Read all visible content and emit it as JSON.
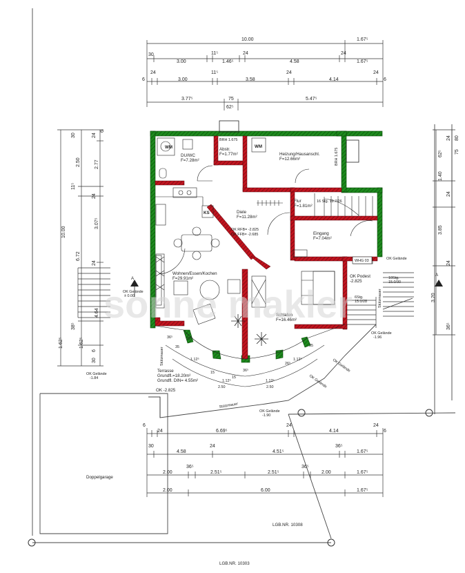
{
  "colors": {
    "exterior_wall": "#1e8a1e",
    "interior_wall": "#b3121f",
    "line": "#222222",
    "watermark": "#d6d6d6"
  },
  "dimensions": {
    "top_row1": [
      "10.00",
      "1.67⁵"
    ],
    "top_row2": [
      "30",
      "3.00",
      "11⁵",
      "1.46⁵",
      "24",
      "4.58",
      "24",
      "1.67⁵"
    ],
    "top_row3": [
      "6",
      "24",
      "3.00",
      "11⁵",
      "3.58",
      "24",
      "4.14",
      "24",
      "6"
    ],
    "top_row4": [
      "3.77⁵",
      "75",
      "62⁵",
      "5.47⁵"
    ],
    "left_col": [
      "30",
      "24",
      "6",
      "2.50",
      "2.77",
      "11⁵",
      "24",
      "10.00",
      "6.72",
      "3.07⁵",
      "24",
      "4.64",
      "38⁵",
      "1.62⁵",
      "1.62⁵",
      "6",
      "30"
    ],
    "right_col": [
      "24",
      "80",
      "62⁵",
      "75",
      "1.40",
      "24",
      "3.85",
      "24",
      "3.20",
      "36⁵"
    ],
    "bottom_row1": [
      "6",
      "24",
      "6.69⁵",
      "24",
      "4.14",
      "24",
      "6"
    ],
    "bottom_row2": [
      "30",
      "4.58",
      "24",
      "4.51⁵",
      "36⁵",
      "1.67⁵"
    ],
    "bottom_row3": [
      "2.00",
      "36⁵",
      "2.51⁵",
      "2.51⁵",
      "36⁵",
      "2.00",
      "1.67⁵"
    ],
    "bottom_row4": [
      "2.00",
      "6.00",
      "1.67⁵"
    ],
    "bay": [
      "35",
      "26⁵",
      "1.12⁵",
      "15",
      "15",
      "1.12⁵",
      "2.50",
      "2.50",
      "36⁵",
      "1.12⁵",
      "26⁵",
      "1.12⁵",
      "35",
      "36⁵"
    ]
  },
  "rooms": {
    "dusche": {
      "name": "DU/WC",
      "area": "F=7.28m²"
    },
    "abstr": {
      "name": "Abstr.",
      "area": "F=1.77m²"
    },
    "heizung": {
      "name": "Heizung/Hausanschl.",
      "area": "F=12.66m²"
    },
    "diele": {
      "name": "Diele",
      "area": "F=11.28m²"
    },
    "flur": {
      "name": "Flur",
      "area": "F=1.81m²"
    },
    "eingang": {
      "name": "Eingang",
      "area": "F=7.04m²"
    },
    "wohnen": {
      "name": "Wohnen/Essen/Kochen",
      "area": "F=29.91m²"
    },
    "schlafen": {
      "name": "Schlafen",
      "area": "F=16.46m²"
    },
    "terrasse": {
      "name": "Terrasse",
      "area1": "Grundfl.=18.20m²",
      "area2": "Grundfl. DIN= 4.55m²"
    }
  },
  "labels": {
    "wm1": "WM",
    "wm2": "WM",
    "ks": "KS",
    "brh_top": "BRH 1.675",
    "brh_right": "BRH 1.675",
    "ok_rfb": "OK RFB= -2.825",
    "ok_ffb": "OK FFB= -2.685",
    "ok_podest": "OK Podest",
    "ok_podest_val": "-2.825",
    "whg": "WHG 03",
    "section_a": "A",
    "ok_gelaende_left": "OK Gelände",
    "ok_gelaende_left_val": "± 0.00",
    "ok_gelaende_left2": "OK Gelände",
    "ok_gelaende_left2_val": "-1.84",
    "ok_gelaende_right": "OK Gelände",
    "ok_gelaende_right2": "OK Gelände",
    "ok_gelaende_right2_val": "-1.96",
    "ok_gelaende_bottom": "OK Gelände",
    "ok_gelaende_bottom_val": "-1.90",
    "ok_gelaende_diag1": "OK Gelände",
    "ok_gelaende_diag2": "OK Gelände",
    "ok_terrasse": "OK -2.825",
    "stuetzmauer1": "Stützmauer",
    "stuetzmauer2": "Stützmauer",
    "stuetzmauer3": "Stützmauer",
    "stair1": "16 Stg. 19.7/26",
    "stair2": "10Stg.",
    "stair3": "15.0/30",
    "stair4": "6Stg.",
    "stair5": "15.0/28",
    "doppelgarage": "Doppelgarage",
    "lgb1": "LGB.NR. 10308",
    "lgb2": "LGB.NR. 10303",
    "watermark": "sonne makler"
  }
}
